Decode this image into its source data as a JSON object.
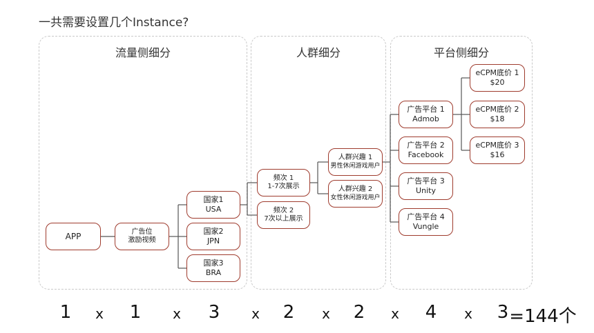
{
  "question": "一共需要设置几个Instance?",
  "sections": [
    {
      "title": "流量侧细分"
    },
    {
      "title": "人群细分"
    },
    {
      "title": "平台侧细分"
    }
  ],
  "nodes": {
    "app": {
      "line1": "APP"
    },
    "placement": {
      "line1": "广告位",
      "line2": "激励视频"
    },
    "country1": {
      "line1": "国家1",
      "line2": "USA"
    },
    "country2": {
      "line1": "国家2",
      "line2": "JPN"
    },
    "country3": {
      "line1": "国家3",
      "line2": "BRA"
    },
    "freq1": {
      "line1": "频次 1",
      "line2": "1-7次展示"
    },
    "freq2": {
      "line1": "频次 2",
      "line2": "7次以上展示"
    },
    "interest1": {
      "line1": "人群兴趣 1",
      "line2": "男性休闲游戏用户"
    },
    "interest2": {
      "line1": "人群兴趣 2",
      "line2": "女性休闲游戏用户"
    },
    "platform1": {
      "line1": "广告平台 1",
      "line2": "Admob"
    },
    "platform2": {
      "line1": "广告平台 2",
      "line2": "Facebook"
    },
    "platform3": {
      "line1": "广告平台 3",
      "line2": "Unity"
    },
    "platform4": {
      "line1": "广告平台 4",
      "line2": "Vungle"
    },
    "ecpm1": {
      "line1": "eCPM底价 1",
      "line2": "$20"
    },
    "ecpm2": {
      "line1": "eCPM底价 2",
      "line2": "$18"
    },
    "ecpm3": {
      "line1": "eCPM底价 3",
      "line2": "$16"
    }
  },
  "formula": {
    "terms": [
      "1",
      "1",
      "3",
      "2",
      "2",
      "4",
      "3"
    ],
    "operator": "x",
    "result": "=144个"
  },
  "colors": {
    "node_border": "#9e3a2c",
    "section_border": "#c8c8c8"
  }
}
